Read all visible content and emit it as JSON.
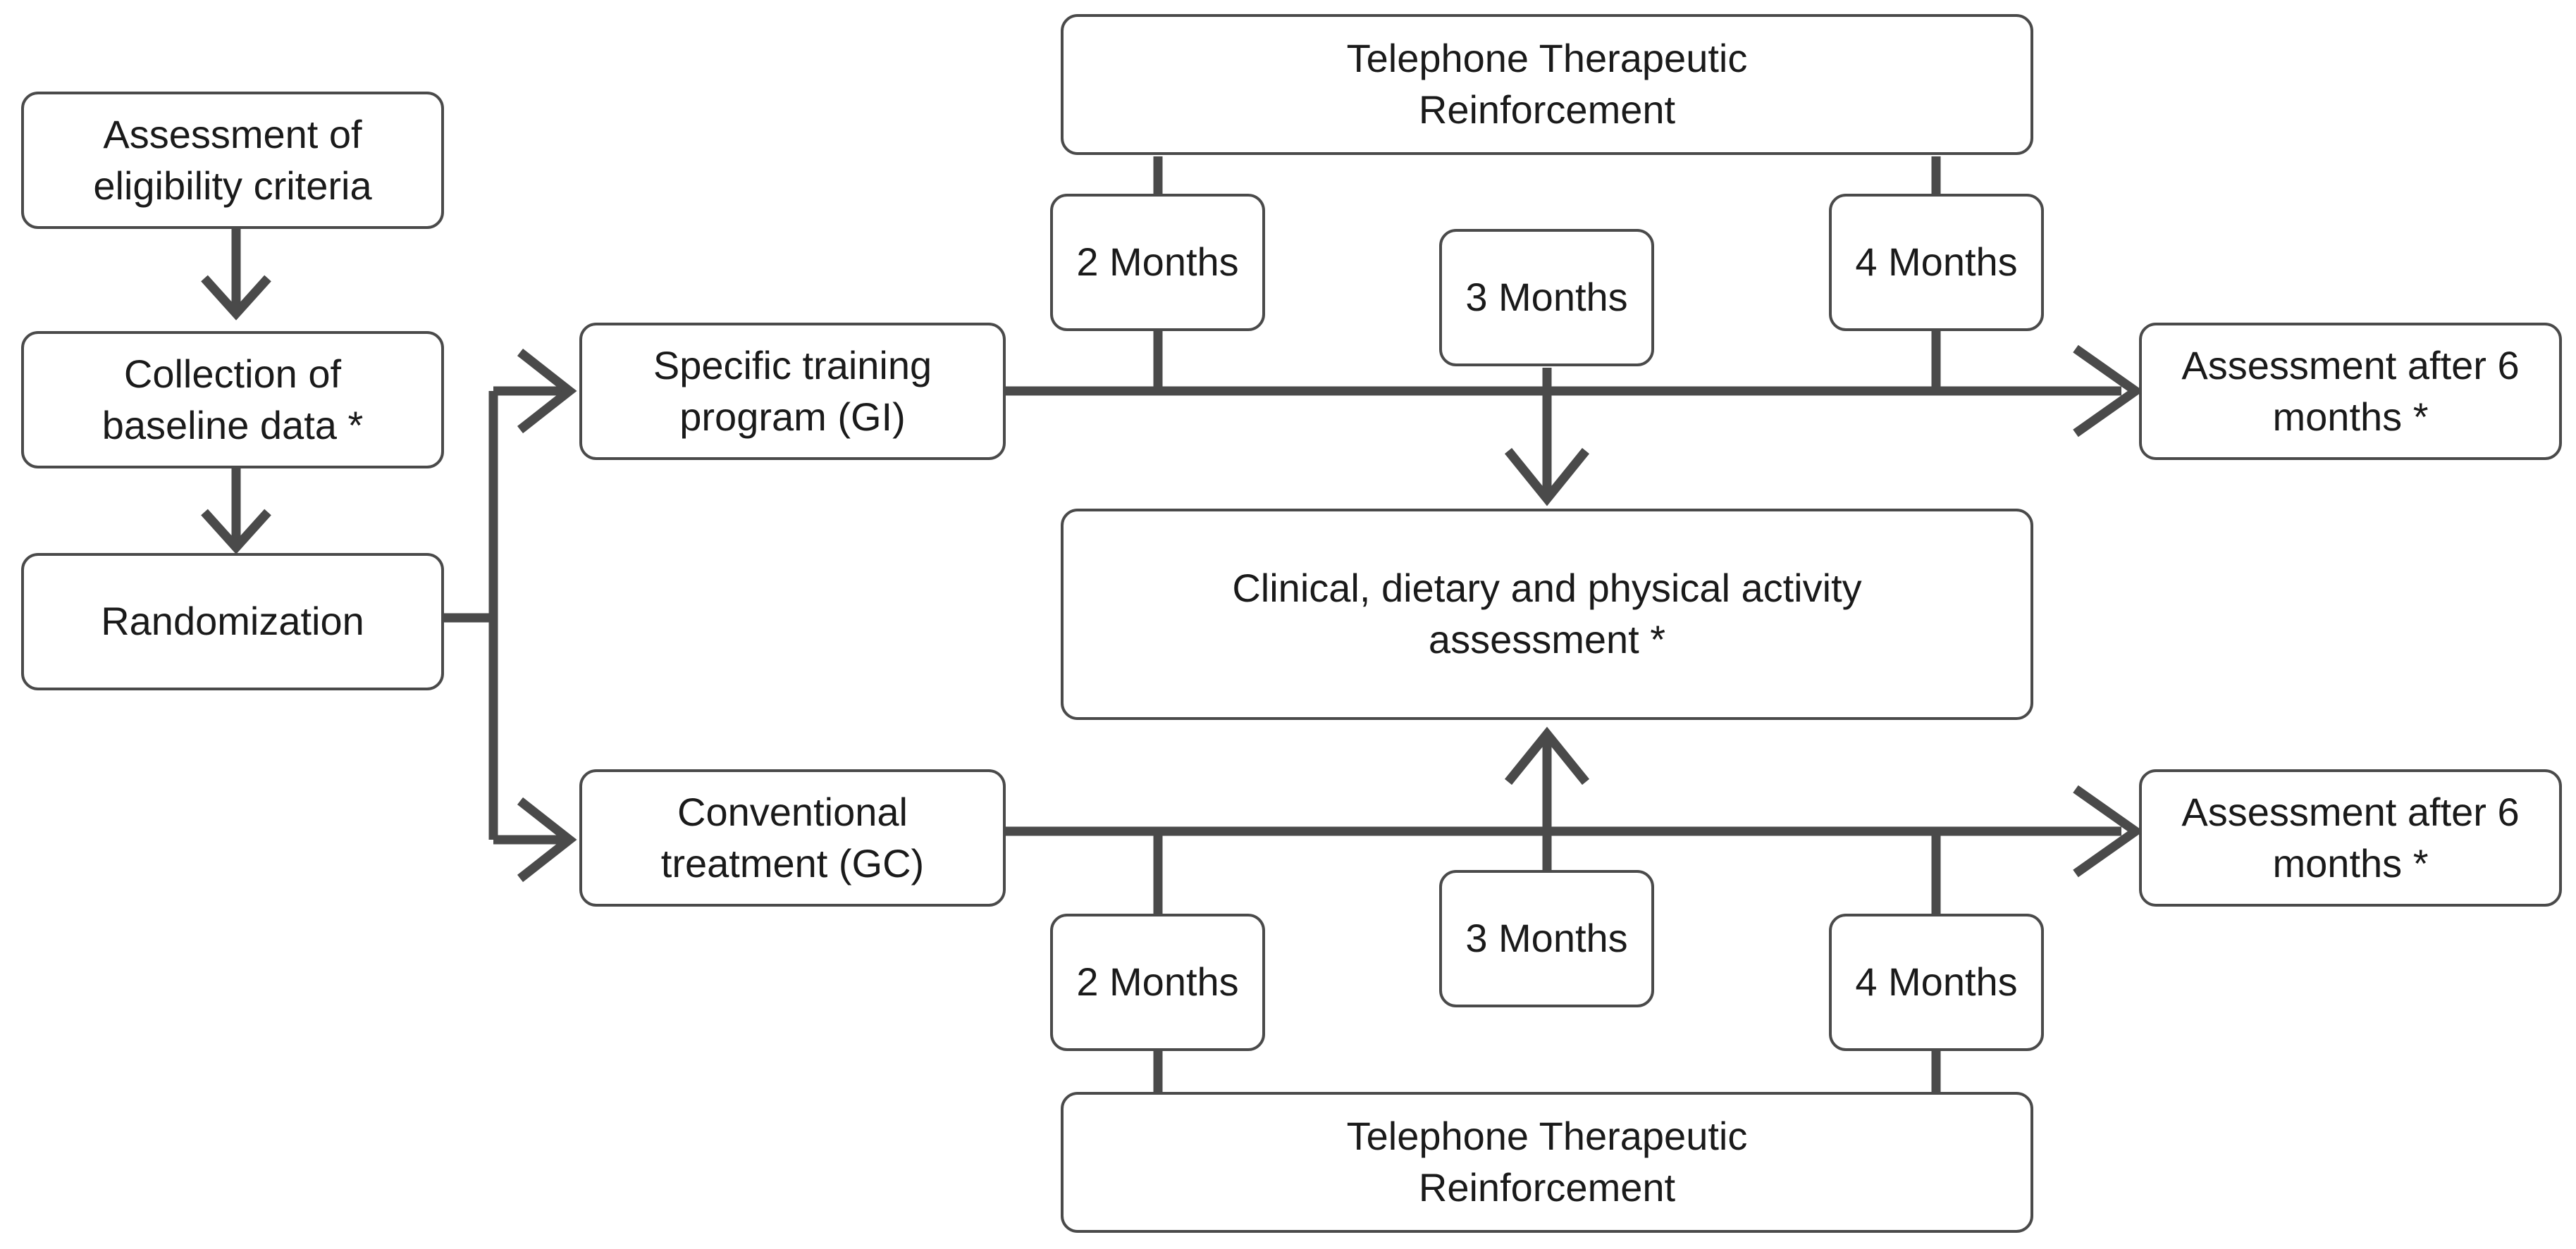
{
  "colors": {
    "line": "#4a4a4a",
    "text": "#1a1a1a",
    "box_fill": "#ffffff"
  },
  "flow": {
    "eligibility": "Assessment of\neligibility criteria",
    "baseline": "Collection of\nbaseline data *",
    "randomization": "Randomization"
  },
  "groups": {
    "gi": "Specific training\nprogram (GI)",
    "gc": "Conventional\ntreatment (GC)"
  },
  "reinforcement": {
    "top": "Telephone Therapeutic\nReinforcement",
    "bottom": "Telephone Therapeutic\nReinforcement"
  },
  "milestones": {
    "gi_2": "2 Months",
    "gi_3": "3 Months",
    "gi_4": "4 Months",
    "gc_2": "2 Months",
    "gc_3": "3 Months",
    "gc_4": "4 Months"
  },
  "assessments": {
    "clinical": "Clinical, dietary and physical activity\nassessment *",
    "gi_final": "Assessment after 6\nmonths *",
    "gc_final": "Assessment after 6\nmonths *"
  }
}
